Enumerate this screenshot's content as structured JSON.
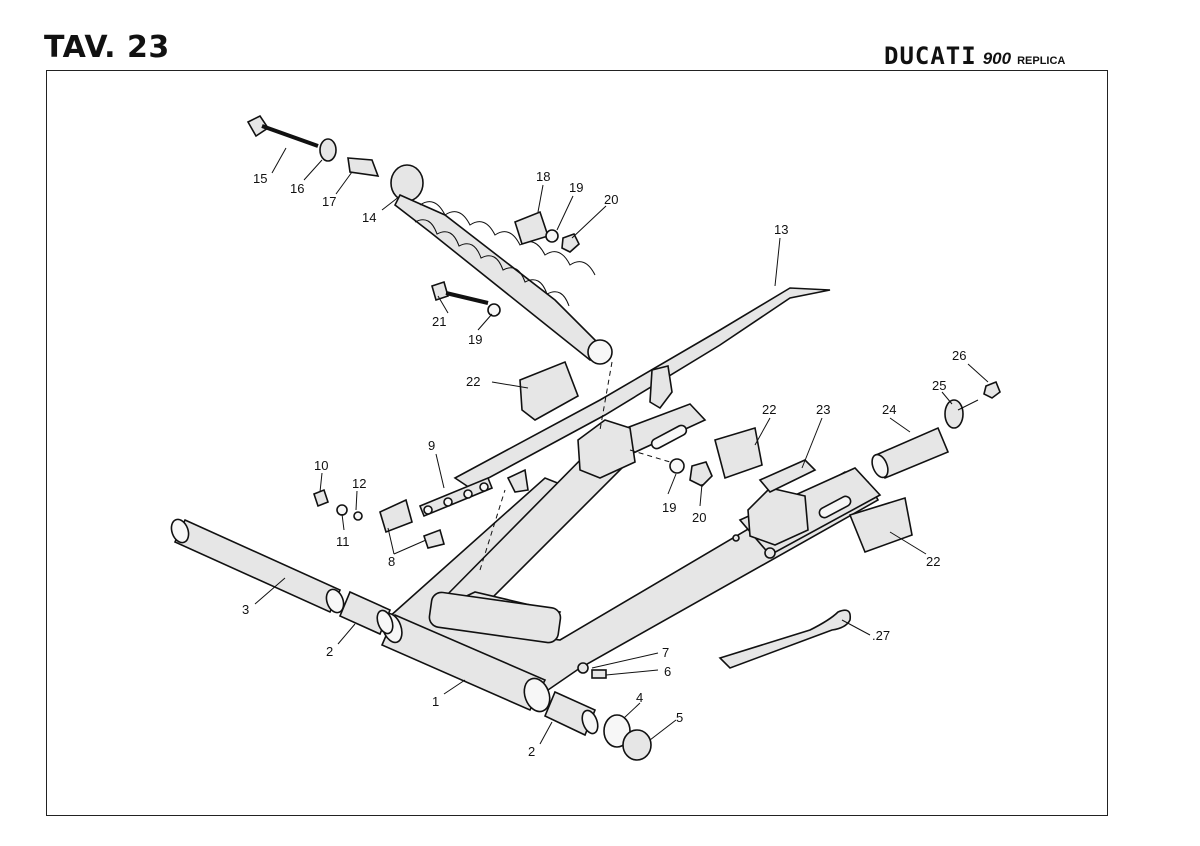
{
  "header": {
    "title": "TAV. 23",
    "brand": "DUCATI",
    "model": "900",
    "model_suffix": "REPLICA"
  },
  "diagram": {
    "callouts": [
      "1",
      "2",
      "2",
      "3",
      "4",
      "5",
      "6",
      "7",
      "8",
      "9",
      "10",
      "11",
      "12",
      "13",
      "14",
      "15",
      "16",
      "17",
      "18",
      "19",
      "19",
      "19",
      "20",
      "20",
      "21",
      "22",
      "22",
      "22",
      "23",
      "24",
      "25",
      "26",
      "27"
    ]
  },
  "callouts": {
    "c1": "1",
    "c2a": "2",
    "c2b": "2",
    "c3": "3",
    "c4": "4",
    "c5": "5",
    "c6": "6",
    "c7": "7",
    "c8": "8",
    "c9": "9",
    "c10": "10",
    "c11": "11",
    "c12": "12",
    "c13": "13",
    "c14": "14",
    "c15": "15",
    "c16": "16",
    "c17": "17",
    "c18": "18",
    "c19a": "19",
    "c19b": "19",
    "c19c": "19",
    "c20a": "20",
    "c20b": "20",
    "c21": "21",
    "c22a": "22",
    "c22b": "22",
    "c22c": "22",
    "c23": "23",
    "c24": "24",
    "c25": "25",
    "c26": "26",
    "c27": ".27"
  }
}
